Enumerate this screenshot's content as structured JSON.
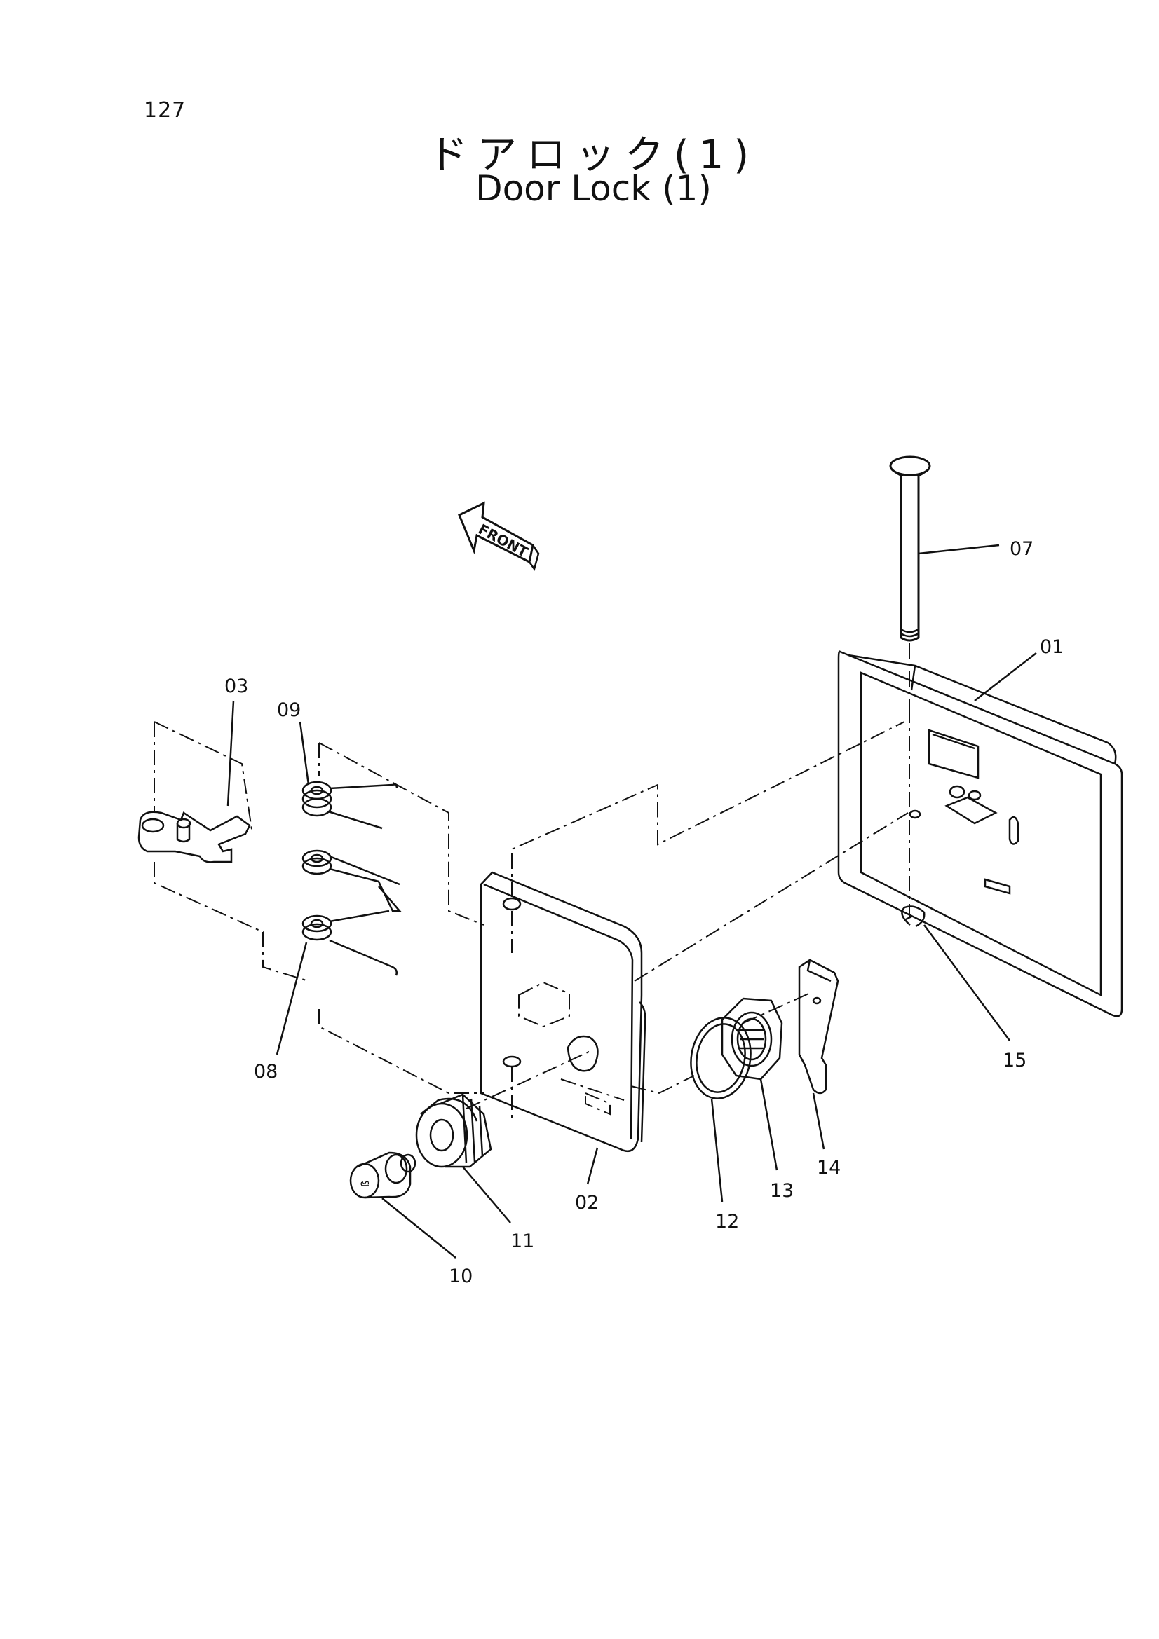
{
  "page": {
    "number": "127"
  },
  "title": {
    "japanese": "ドアロック(1)",
    "english": "Door Lock (1)"
  },
  "direction_arrow": {
    "label": "FRONT"
  },
  "parts": [
    {
      "id": "01"
    },
    {
      "id": "02"
    },
    {
      "id": "03"
    },
    {
      "id": "07"
    },
    {
      "id": "08"
    },
    {
      "id": "09"
    },
    {
      "id": "10"
    },
    {
      "id": "11"
    },
    {
      "id": "12"
    },
    {
      "id": "13"
    },
    {
      "id": "14"
    },
    {
      "id": "15"
    }
  ]
}
